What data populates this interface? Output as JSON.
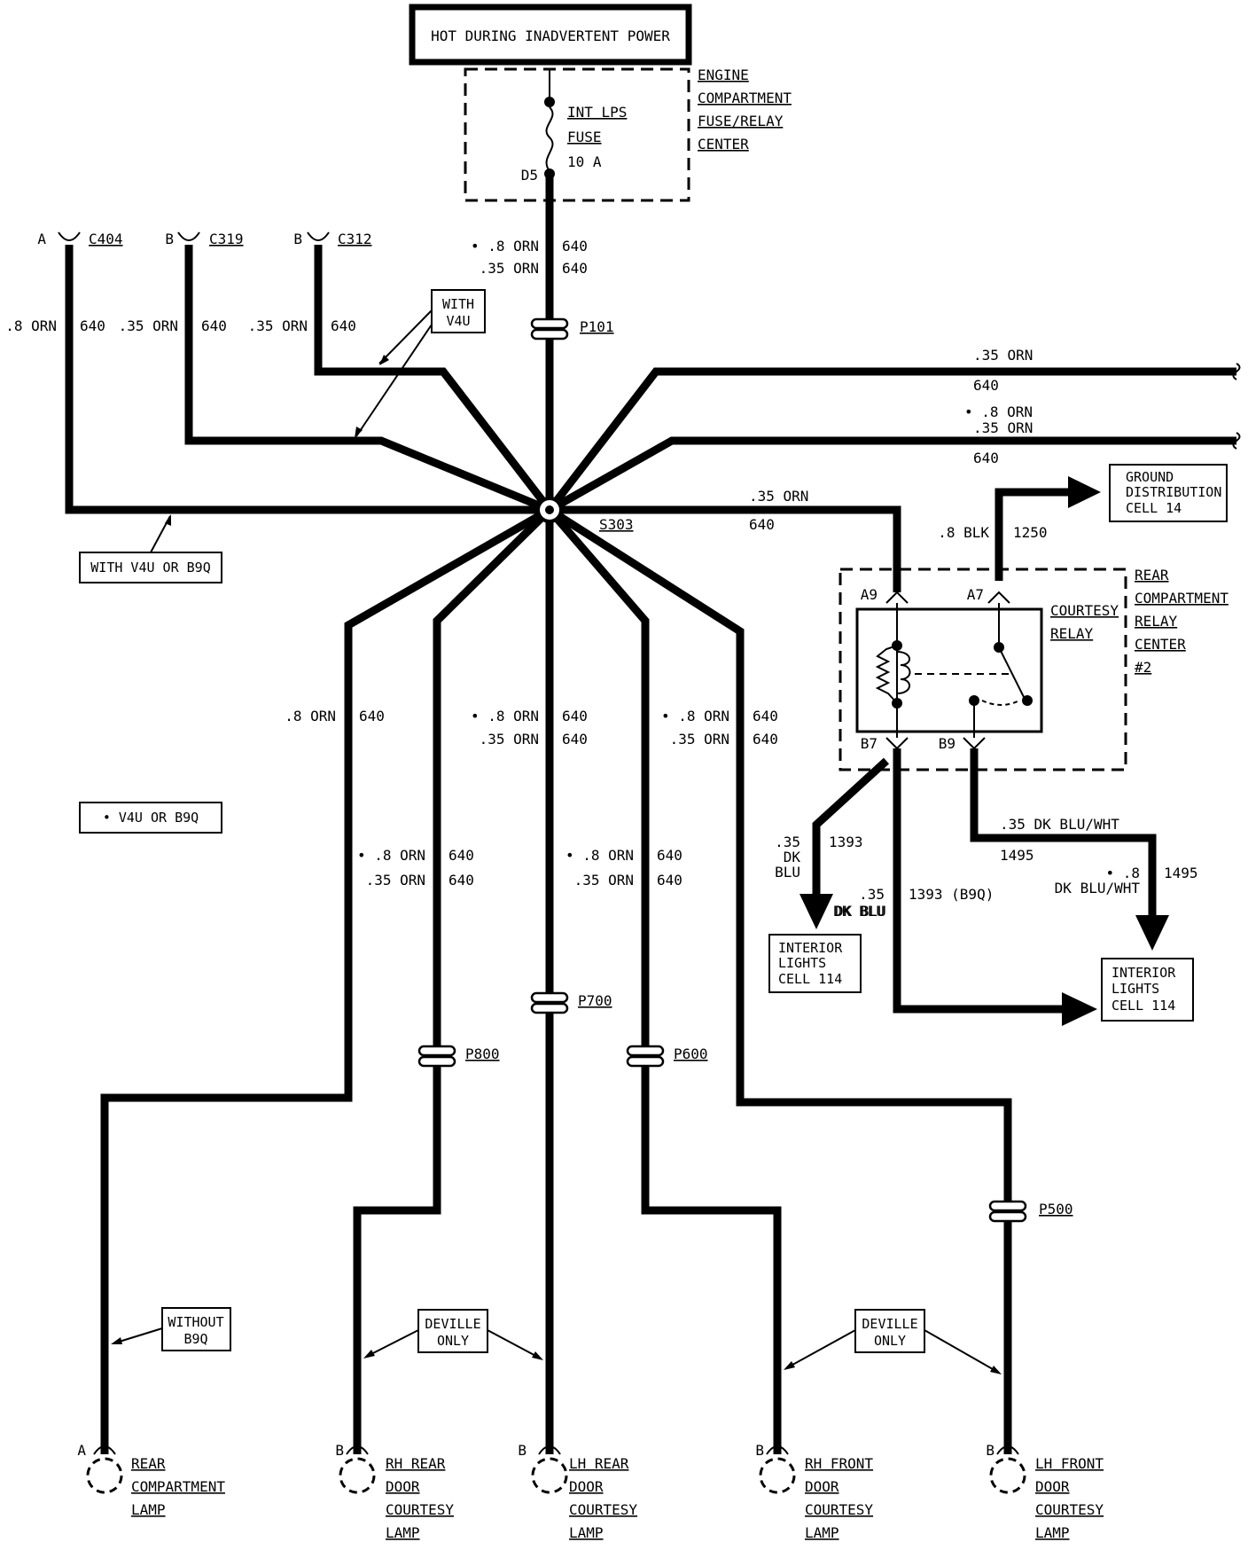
{
  "power_label": "HOT DURING INADVERTENT POWER",
  "fuse_center": {
    "lines": [
      "ENGINE",
      "COMPARTMENT",
      "FUSE/RELAY",
      "CENTER"
    ],
    "fuse_lines": [
      "INT LPS",
      "FUSE",
      "10 A"
    ],
    "terminal": "D5"
  },
  "feed_wire": {
    "l1": "• .8 ORN",
    "l1c": "640",
    "l2": ".35 ORN",
    "l2c": "640"
  },
  "connectors": {
    "p101": "P101",
    "p700": "P700",
    "p800": "P800",
    "p600": "P600",
    "p500": "P500",
    "c404": {
      "pin": "A",
      "name": "C404"
    },
    "c319": {
      "pin": "B",
      "name": "C319"
    },
    "c312": {
      "pin": "B",
      "name": "C312"
    }
  },
  "splice": "S303",
  "left_wires": {
    "c404": {
      "gauge": ".8 ORN",
      "circuit": "640"
    },
    "c319": {
      "gauge": ".35 ORN",
      "circuit": "640"
    },
    "c312": {
      "gauge": ".35 ORN",
      "circuit": "640"
    }
  },
  "notes": {
    "with_v4u": [
      "WITH",
      "V4U"
    ],
    "with_v4u_b9q": "WITH V4U OR B9Q",
    "v4u_b9q": "• V4U OR B9Q",
    "without_b9q": [
      "WITHOUT",
      "B9Q"
    ],
    "deville_only": [
      "DEVILLE",
      "ONLY"
    ]
  },
  "right_wires": {
    "top": {
      "gauge": ".35 ORN",
      "circuit": "640"
    },
    "mid": {
      "gauge1": "• .8 ORN",
      "gauge2": ".35 ORN",
      "circuit": "640"
    },
    "relay_feed": {
      "gauge": ".35 ORN",
      "circuit": "640"
    }
  },
  "ground": {
    "gauge": ".8 BLK",
    "circuit": "1250",
    "box": [
      "GROUND",
      "DISTRIBUTION",
      "CELL 14"
    ]
  },
  "relay_center": {
    "lines": [
      "REAR",
      "COMPARTMENT",
      "RELAY",
      "CENTER",
      "#2"
    ],
    "relay": [
      "COURTESY",
      "RELAY"
    ],
    "pins": {
      "a9": "A9",
      "a7": "A7",
      "b7": "B7",
      "b9": "B9"
    }
  },
  "relay_outputs": {
    "b7_left": {
      "g1": ".35",
      "g2": "DK",
      "g3": "BLU",
      "circuit": "1393",
      "color": "DK BLU"
    },
    "b7_right": {
      "g1": ".35",
      "color": "DK BLU",
      "circuit": "1393 (B9Q)"
    },
    "b9": {
      "gauge": ".35 DK BLU/WHT",
      "circuit": "1495"
    },
    "b9_alt": {
      "g1": "• .8",
      "color": "DK BLU/WHT",
      "circuit": "1495"
    },
    "box": [
      "INTERIOR",
      "LIGHTS",
      "CELL 114"
    ]
  },
  "branch_wires": {
    "rear_comp": {
      "gauge": ".8 ORN",
      "circuit": "640"
    },
    "lh_rear": {
      "l1": "• .8 ORN",
      "l1c": "640",
      "l2": ".35 ORN",
      "l2c": "640"
    },
    "rh_front_lh_front": {
      "l1": "• .8 ORN",
      "l1c": "640",
      "l2": ".35 ORN",
      "l2c": "640"
    },
    "rh_rear": {
      "l1": "• .8 ORN",
      "l1c": "640",
      "l2": ".35 ORN",
      "l2c": "640"
    },
    "rh_front": {
      "l1": "• .8 ORN",
      "l1c": "640",
      "l2": ".35 ORN",
      "l2c": "640"
    }
  },
  "lamps": [
    {
      "pin": "A",
      "lines": [
        "REAR",
        "COMPARTMENT",
        "LAMP"
      ]
    },
    {
      "pin": "B",
      "lines": [
        "RH REAR",
        "DOOR",
        "COURTESY",
        "LAMP"
      ]
    },
    {
      "pin": "B",
      "lines": [
        "LH REAR",
        "DOOR",
        "COURTESY",
        "LAMP"
      ]
    },
    {
      "pin": "B",
      "lines": [
        "RH FRONT",
        "DOOR",
        "COURTESY",
        "LAMP"
      ]
    },
    {
      "pin": "B",
      "lines": [
        "LH FRONT",
        "DOOR",
        "COURTESY",
        "LAMP"
      ]
    }
  ]
}
